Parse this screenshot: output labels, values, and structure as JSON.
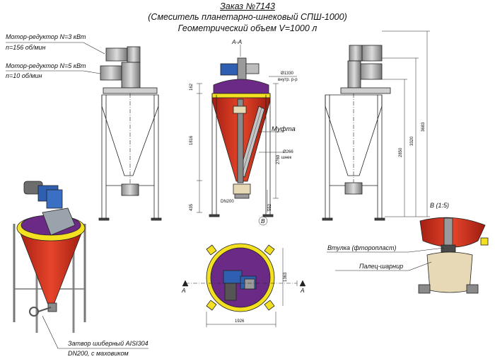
{
  "header": {
    "order": "Заказ №7143",
    "product": "(Смеситель планетарно-шнековый СПШ-1000)",
    "volume": "Геометрический объем V=1000 л"
  },
  "labels": {
    "motor1_power": "Мотор-редуктор N=3 кВт",
    "motor1_speed": "n=156 об/мин",
    "motor2_power": "Мотор-редуктор N=5 кВт",
    "motor2_speed": "n=10 об/мин",
    "section_aa": "А-А",
    "coupling": "Муфта",
    "view_b": "В (1:5)",
    "bushing": "Втулка (фторопласт)",
    "hinge_pin": "Палец-шарнир",
    "gate_valve_line1": "Затвор шиберный AISI304",
    "gate_valve_line2": "DN200, с маховиком",
    "section_a_left": "А",
    "section_a_right": "А",
    "view_b_marker": "В"
  },
  "dimensions": {
    "dia_top": "Ø1330",
    "dia_top_note": "внутр. р-р",
    "dia_screw": "Ø266",
    "dia_screw_note": "шнек",
    "dn_outlet": "DN200",
    "h_top": "162",
    "h_cone": "1816",
    "h_base": "435",
    "h_total_cone": "2769",
    "h_outlet": "552",
    "h_2850": "2850",
    "h_3320": "3320",
    "h_3683": "3683",
    "plan_width": "1926",
    "plan_height": "1363"
  },
  "colors": {
    "cone_red": "#d8341f",
    "top_yellow": "#f3e020",
    "lid_purple": "#6b2a86",
    "motor_blue": "#2f5fb0",
    "steel_gray": "#9a9a9a",
    "pale_beige": "#e8d9b6"
  }
}
